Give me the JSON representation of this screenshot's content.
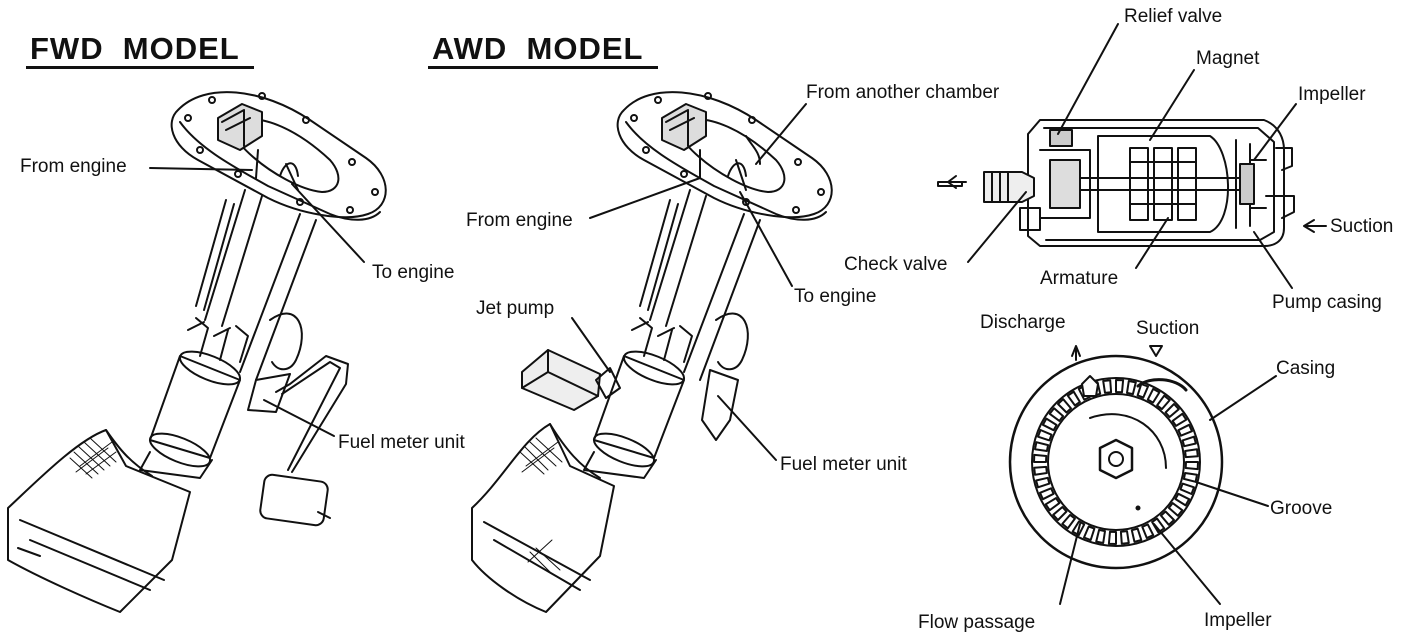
{
  "titles": {
    "fwd": "FWD  MODEL",
    "awd": "AWD  MODEL"
  },
  "fwd_labels": {
    "from_engine": "From engine",
    "to_engine": "To engine",
    "fuel_meter_unit": "Fuel meter unit"
  },
  "awd_labels": {
    "from_another_chamber": "From another chamber",
    "from_engine": "From engine",
    "to_engine": "To engine",
    "jet_pump": "Jet pump",
    "fuel_meter_unit": "Fuel meter unit"
  },
  "pump_labels": {
    "relief_valve": "Relief valve",
    "magnet": "Magnet",
    "impeller": "Impeller",
    "suction": "Suction",
    "check_valve": "Check valve",
    "armature": "Armature",
    "pump_casing": "Pump casing"
  },
  "impeller_labels": {
    "discharge": "Discharge",
    "suction": "Suction",
    "casing": "Casing",
    "groove": "Groove",
    "flow_passage": "Flow passage",
    "impeller": "Impeller"
  }
}
